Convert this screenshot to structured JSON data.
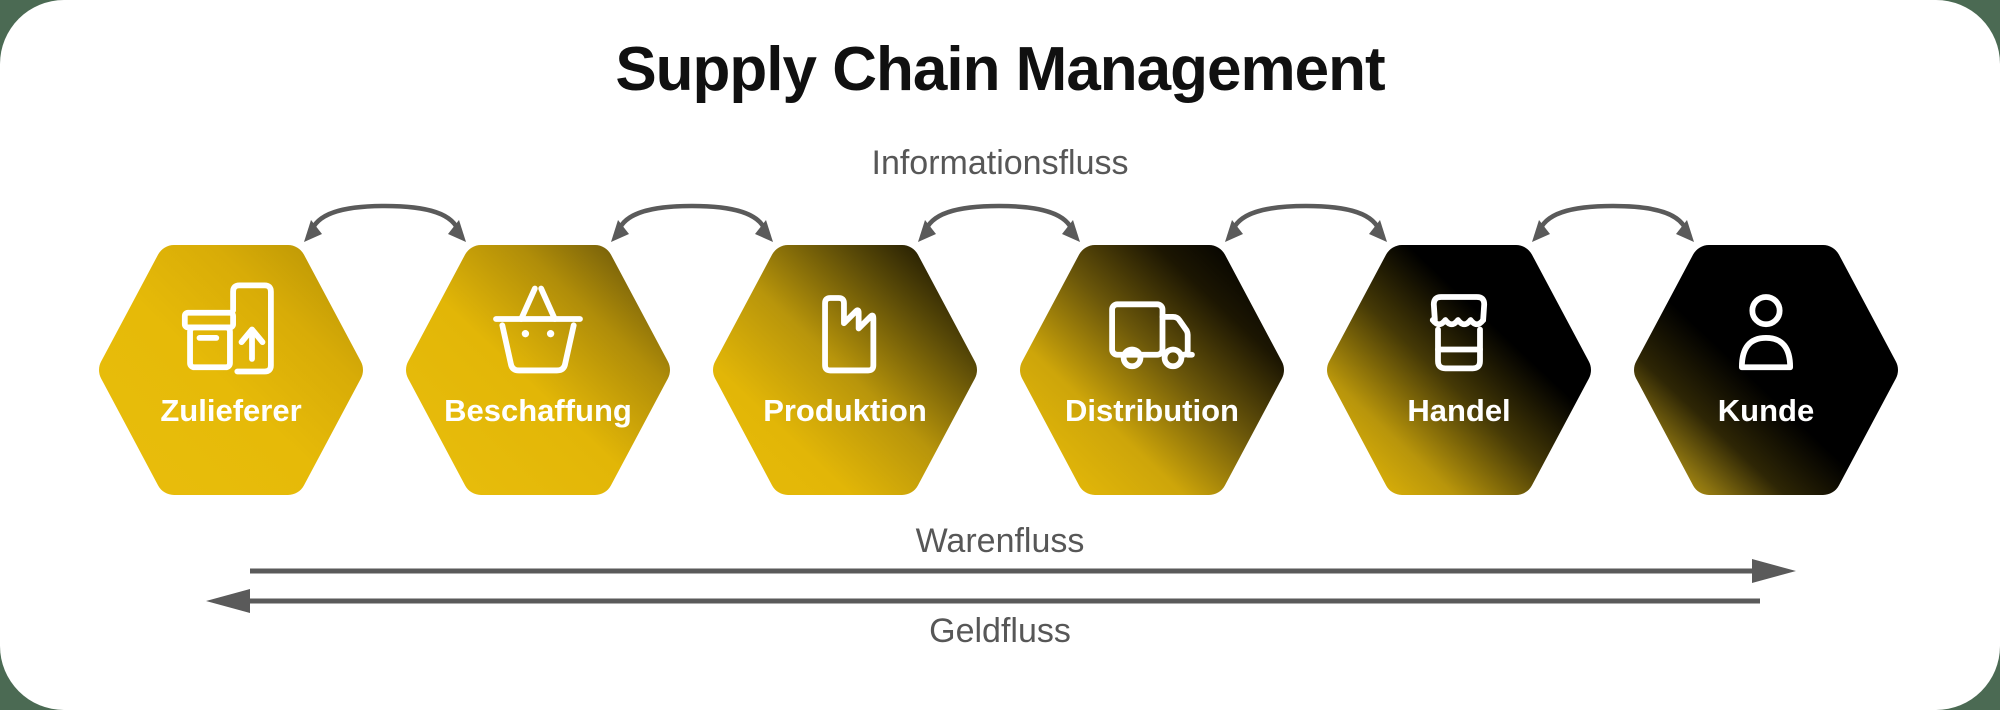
{
  "title": "Supply Chain Management",
  "colors": {
    "background_outside": "#4b6a53",
    "card_background": "#ffffff",
    "gold": "#e3b606",
    "black": "#000000",
    "arrow_gray": "#5a5a5a",
    "title_text": "#101010",
    "flow_label_gray": "#575757",
    "stage_label_white": "#ffffff"
  },
  "flows": {
    "information": {
      "label": "Informationsfluss",
      "connector_count": 5,
      "style": "curved double-headed arrows between stages"
    },
    "goods": {
      "label": "Warenfluss",
      "direction": "left-to-right"
    },
    "money": {
      "label": "Geldfluss",
      "direction": "right-to-left"
    }
  },
  "stages": [
    {
      "label": "Zulieferer",
      "icon": "package-export-icon"
    },
    {
      "label": "Beschaffung",
      "icon": "shopping-basket-icon"
    },
    {
      "label": "Produktion",
      "icon": "factory-icon"
    },
    {
      "label": "Distribution",
      "icon": "delivery-truck-icon"
    },
    {
      "label": "Handel",
      "icon": "storefront-icon"
    },
    {
      "label": "Kunde",
      "icon": "person-icon"
    }
  ]
}
